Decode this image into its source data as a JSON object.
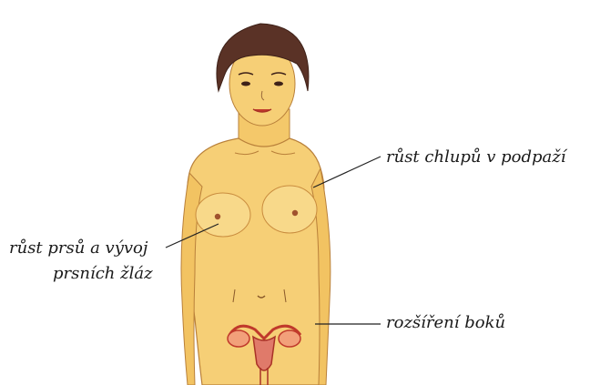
{
  "labels": {
    "armpit_hair": "růst chlupů v podpaží",
    "breast_line1": "růst prsů a vývoj",
    "breast_line2": "prsních žláz",
    "hips": "rozšíření boků"
  },
  "colors": {
    "skin": "#f6cf76",
    "skin_shadow": "#e8ad4a",
    "hair": "#5a3226",
    "uterus": "#e07a6a",
    "line": "#222222"
  }
}
